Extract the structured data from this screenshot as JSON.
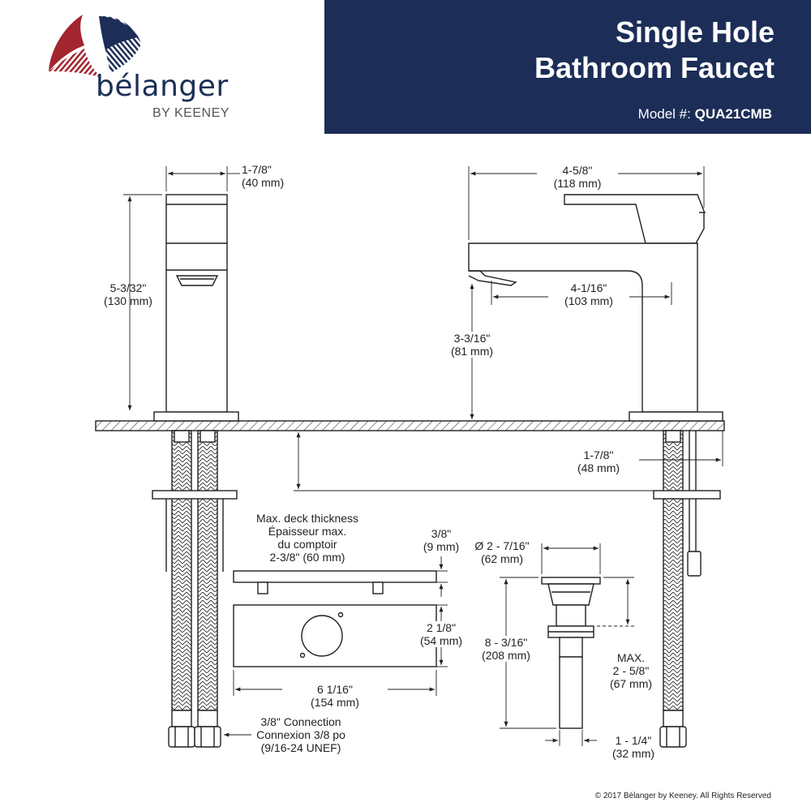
{
  "brand": {
    "name": "bélanger",
    "sub": "BY KEENEY",
    "colors": {
      "red": "#a3262f",
      "navy": "#1c2e57"
    }
  },
  "header": {
    "title_line1": "Single Hole",
    "title_line2": "Bathroom Faucet",
    "model_label": "Model #:",
    "model_value": "QUA21CMB"
  },
  "dimensions": {
    "top_width": [
      "1-7/8\"",
      "(40 mm)"
    ],
    "total_height": [
      "5-3/32\"",
      "(130 mm)"
    ],
    "side_width": [
      "4-5/8\"",
      "(118 mm)"
    ],
    "reach": [
      "4-1/16\"",
      "(103 mm)"
    ],
    "spout_height": [
      "3-3/16\"",
      "(81 mm)"
    ],
    "base_dia": [
      "1-7/8\"",
      "(48 mm)"
    ],
    "deck_note": [
      "Max. deck thickness",
      "Épaisseur max.",
      "du comptoir",
      "2-3/8\" (60 mm)"
    ],
    "plate_thickness": [
      "3/8\"",
      "(9 mm)"
    ],
    "plate_depth": [
      "2 1/8\"",
      "(54 mm)"
    ],
    "plate_width": [
      "6 1/16\"",
      "(154 mm)"
    ],
    "connection": [
      "3/8\" Connection",
      "Connexion 3/8 po",
      "(9/16-24 UNEF)"
    ],
    "drain_dia": [
      "Ø 2 - 7/16\"",
      "(62 mm)"
    ],
    "drain_length": [
      "8 - 3/16\"",
      "(208 mm)"
    ],
    "drain_max": [
      "MAX.",
      "2 - 5/8\"",
      "(67 mm)"
    ],
    "drain_pipe": [
      "1 - 1/4\"",
      "(32 mm)"
    ]
  },
  "footer": {
    "copyright": "© 2017 Bélanger by Keeney. All Rights Reserved"
  }
}
